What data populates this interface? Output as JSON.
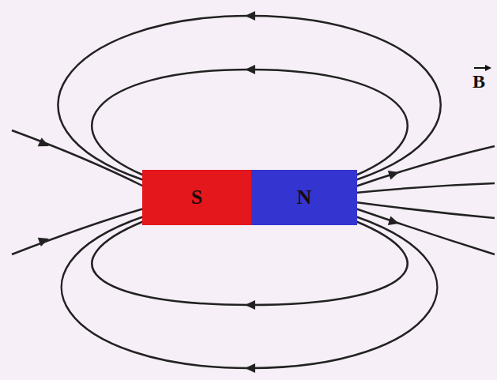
{
  "diagram": {
    "nodes": [
      {
        "text": [
          "S"
        ]
      },
      {
        "text": [
          "N"
        ]
      }
    ],
    "labels": [
      "B"
    ]
  }
}
